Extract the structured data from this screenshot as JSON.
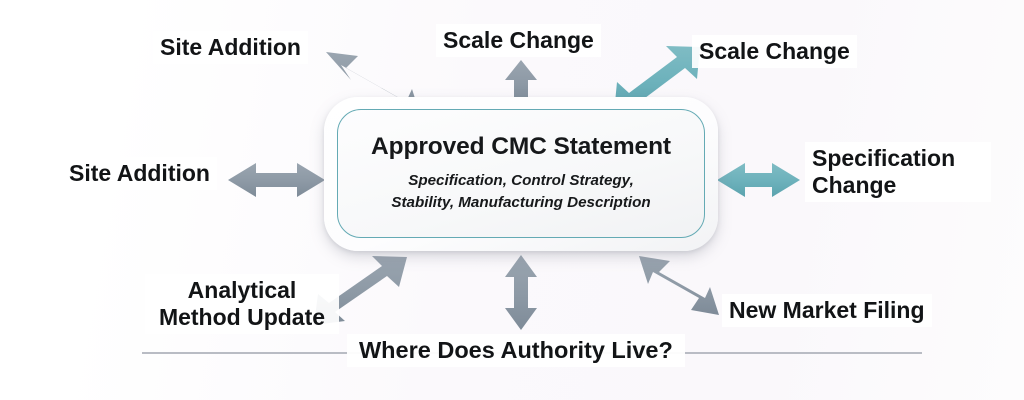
{
  "diagram": {
    "title": "Where Does Authority Live?",
    "background_color": "#fbf9fc",
    "center": {
      "title": "Approved CMC Statement",
      "subtitle_line1": "Specification, Control Strategy,",
      "subtitle_line2": "Stability, Manufacturing Description",
      "border_color": "#64aab4"
    },
    "colors": {
      "gray_arrow": "#8e9aa6",
      "teal_arrow": "#6cb1bb",
      "rule": "#b9bcc4",
      "text": "#121416"
    },
    "nodes": [
      {
        "id": "site-addition-top",
        "label": "Site Addition",
        "arrow_color": "#8e9aa6",
        "arrow_heads": "double",
        "direction": "up-left"
      },
      {
        "id": "scale-change-top",
        "label": "Scale Change",
        "arrow_color": "#8e9aa6",
        "arrow_heads": "single",
        "direction": "up"
      },
      {
        "id": "scale-change-right",
        "label": "Scale Change",
        "arrow_color": "#6cb1bb",
        "arrow_heads": "double",
        "direction": "up-right"
      },
      {
        "id": "site-addition-left",
        "label": "Site Addition",
        "arrow_color": "#8e9aa6",
        "arrow_heads": "double",
        "direction": "left"
      },
      {
        "id": "specification-change",
        "label": "Specification Change",
        "arrow_color": "#6cb1bb",
        "arrow_heads": "double",
        "direction": "right"
      },
      {
        "id": "analytical-method",
        "label": "Analytical Method Update",
        "arrow_color": "#8e9aa6",
        "arrow_heads": "double",
        "direction": "down-left"
      },
      {
        "id": "authority-question",
        "label": "Where Does Authority Live?",
        "arrow_color": "#8e9aa6",
        "arrow_heads": "double",
        "direction": "down"
      },
      {
        "id": "new-market-filing",
        "label": "New Market Filing",
        "arrow_color": "#8e9aa6",
        "arrow_heads": "double",
        "direction": "down-right"
      }
    ]
  }
}
